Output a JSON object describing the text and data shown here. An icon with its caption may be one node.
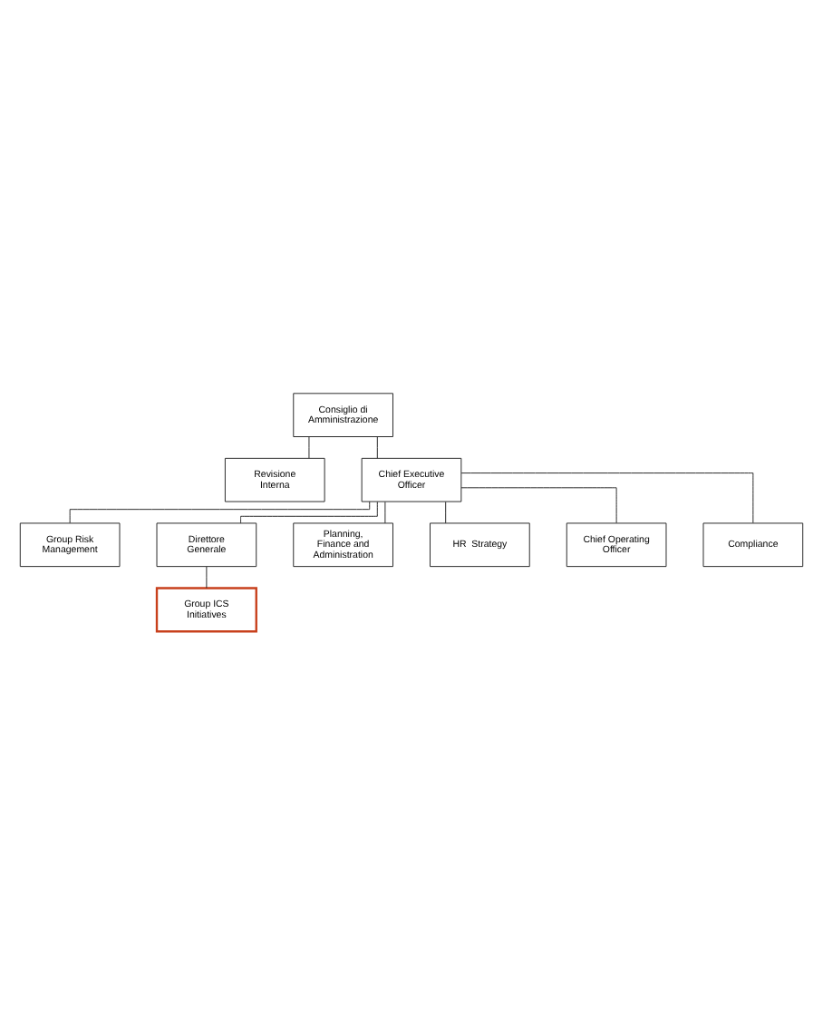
{
  "diagram": {
    "nodes": [
      {
        "text": [
          "Consiglio di Amministrazione"
        ]
      },
      {
        "text": [
          "Revisione Interna"
        ]
      },
      {
        "text": [
          "Chief Executive Officer"
        ]
      },
      {
        "text": [
          "Group Risk Management"
        ]
      },
      {
        "text": [
          "Direttore Generale"
        ]
      },
      {
        "text": [
          "Group ICS Initiatives"
        ]
      },
      {
        "text": [
          "Planning, Finance and Administration"
        ]
      },
      {
        "text": [
          "HR  Strategy"
        ]
      },
      {
        "text": [
          "Chief Operating Officer"
        ]
      },
      {
        "text": [
          "Compliance"
        ]
      }
    ],
    "edges": [
      {
        "from": 0,
        "to": 2,
        "arrow": "none"
      },
      {
        "from": 0,
        "to": 1,
        "arrow": "none"
      },
      {
        "from": 2,
        "to": 3,
        "arrow": "none"
      },
      {
        "from": 2,
        "to": 4,
        "arrow": "none"
      },
      {
        "from": 4,
        "to": 5,
        "arrow": "none"
      },
      {
        "from": 2,
        "to": 6,
        "arrow": "none"
      },
      {
        "from": 2,
        "to": 7,
        "arrow": "none"
      },
      {
        "from": 2,
        "to": 8,
        "arrow": "none"
      },
      {
        "from": 2,
        "to": 9,
        "arrow": "none"
      }
    ]
  }
}
